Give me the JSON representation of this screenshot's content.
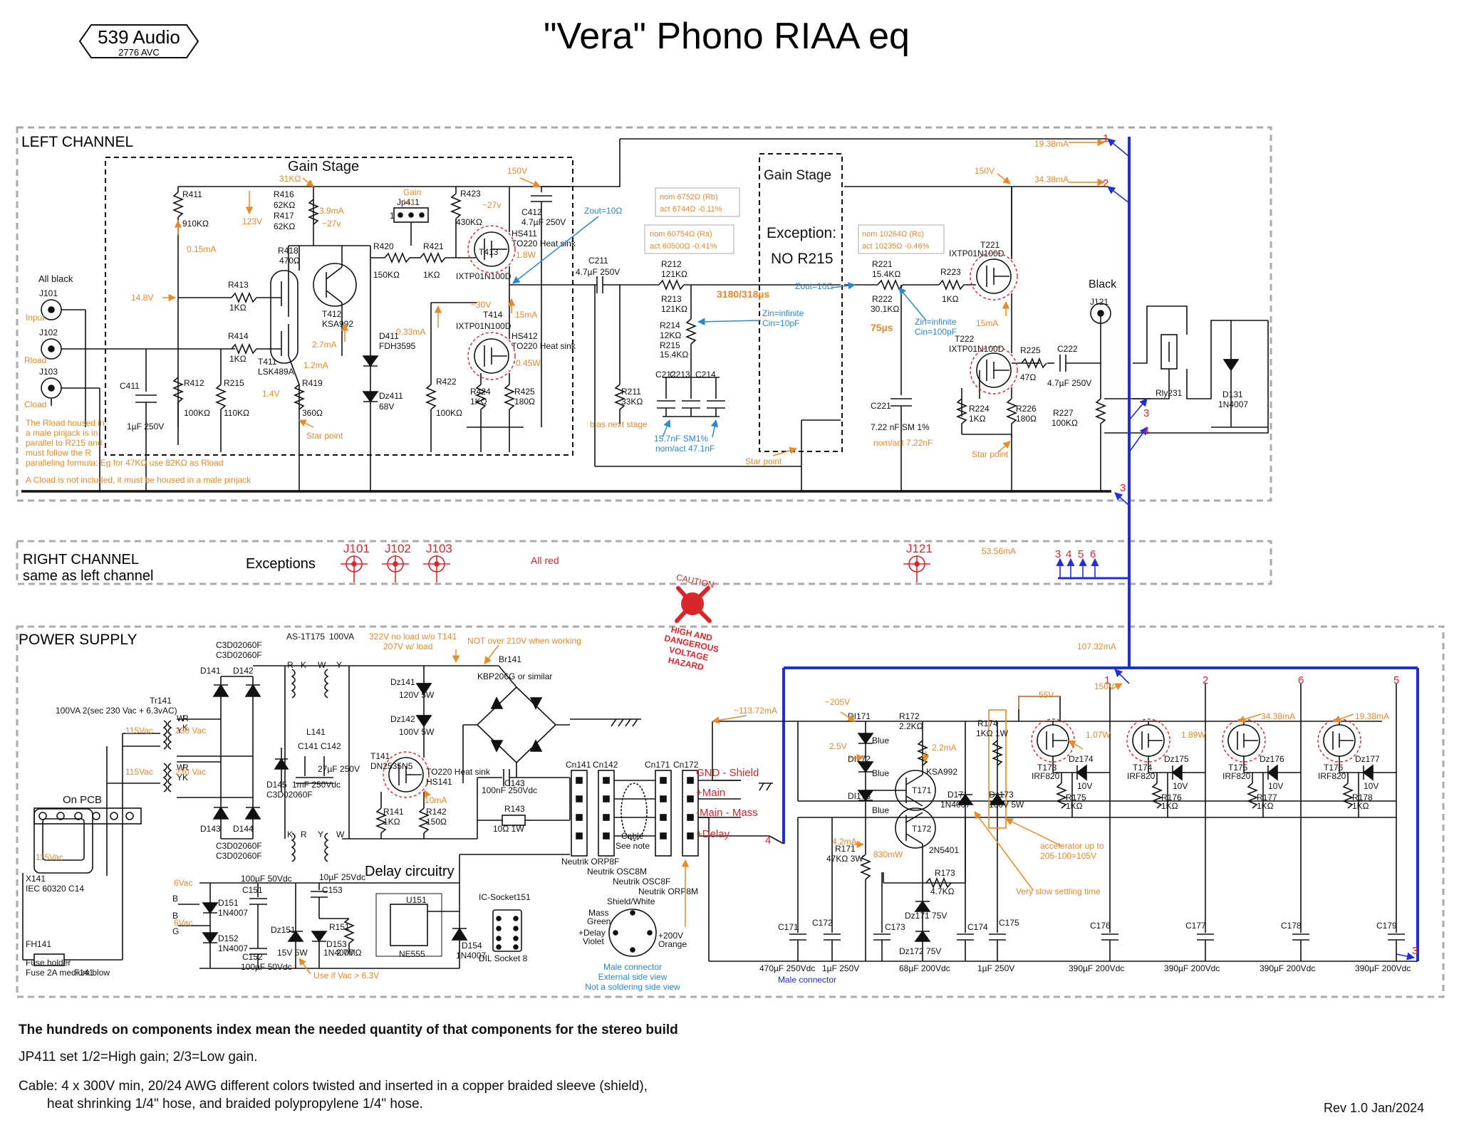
{
  "title": "\"Vera\" Phono RIAA eq",
  "logo": {
    "brand": "539 Audio",
    "model": "2776 AVC"
  },
  "colors": {
    "wire": "#111111",
    "blue": "#1f2fd6",
    "orange": "#e8892a",
    "red": "#d9262b",
    "note_blue": "#2a86d1",
    "box": "#aaaaaa"
  },
  "sections": {
    "left": {
      "title": "LEFT CHANNEL"
    },
    "right": {
      "title": "RIGHT CHANNEL",
      "subtitle": "same as left channel",
      "exceptions": "Exceptions",
      "all_red": "All red",
      "current": "53.56mA",
      "jacks": [
        "J101",
        "J102",
        "J103",
        "J121"
      ],
      "nodes": [
        "3",
        "4",
        "5",
        "6"
      ]
    },
    "psu": {
      "title": "POWER SUPPLY"
    }
  },
  "labels": {
    "gain1": "Gain Stage",
    "gain2": "Gain Stage",
    "exception": "Exception:",
    "no_r215": "NO R215",
    "caution": "CAUTION",
    "hazard": [
      "HIGH AND",
      "DANGEROUS",
      "VOLTAGE",
      "HAZARD"
    ],
    "delay": "Delay circuitry",
    "all_black": "All black",
    "black": "Black",
    "input": "Input",
    "rload": "Rload",
    "cload": "Cload",
    "rload_note": [
      "The Rload housed in",
      "a male pinjack is in",
      "parallel to R215 and",
      "must follow the R",
      "paralleling formula: Eg for 47KΩ use 82KΩ as Rload"
    ],
    "cload_note": "A Cload is not included, it must be housed in a male pinjack",
    "star_point": "Star point",
    "bias_next": "bias next stage",
    "zout1": "Zout=10Ω",
    "zout2": "Zout=10Ω",
    "zin1": [
      "Zin=infinite",
      "Cin=10pF"
    ],
    "zin2": [
      "Zin=infinite",
      "Cin=100pF"
    ],
    "nom_rb": [
      "nom 6752Ω (Rb)",
      "act 6744Ω -0.11%"
    ],
    "nom_ra": [
      "nom 60754Ω (Ra)",
      "act 60500Ω -0.41%"
    ],
    "nom_rc": [
      "nom 10264Ω (Rc)",
      "act 10235Ω -0.46%"
    ],
    "tc1": "3180/318µs",
    "tc2": "75µs",
    "c212_note": [
      "15.7nF SM1%",
      "nom/act 47.1nF"
    ],
    "c221_note": [
      "7.22 nF SM 1%",
      "nom/act 7.22nF"
    ],
    "on_pcb": "On PCB",
    "fuse": [
      "Fuse holder",
      "Fuse 2A medium blow"
    ],
    "ps_notes": {
      "v322": [
        "322V no load w/o T141",
        "207V w/ load"
      ],
      "not210": "NOT over 210V when working",
      "accel": [
        "accelerator up to",
        "205-100=105V"
      ],
      "slow": "Very slow settling time",
      "use_if": "Use if Vac > 6.3V",
      "cable": [
        "Cable",
        "See note"
      ],
      "male": [
        "Male connector",
        "External side view",
        "Not a soldering side view"
      ],
      "shield": "Shield/White",
      "mass": [
        "Mass",
        "Green"
      ],
      "delay_pin": [
        "+Delay",
        "Violet"
      ],
      "v200": [
        "+200V",
        "Orange"
      ],
      "kbp": "KBP206G or similar",
      "br141": "Br141",
      "conn": [
        "Neutrik ORP8F",
        "Neutrik OSC8M",
        "Neutrik OSC8F",
        "Neutrik ORP8M"
      ],
      "cn": [
        "Cn141",
        "Cn142",
        "Cn171",
        "Cn172"
      ],
      "rails": [
        "GND - Shield",
        "+Main",
        "-Main - Mass",
        "+Delay"
      ],
      "tx": [
        "100VA 2(sec 230 Vac + 6.3vAC)",
        "Tr141",
        "115Vac",
        "115Vac",
        "230 Vac",
        "230 Vac"
      ],
      "as1t": [
        "AS-1T175",
        "100VA"
      ],
      "iec": [
        "X141",
        "IEC 60320 C14"
      ],
      "fh": [
        "FH141",
        "F141"
      ]
    }
  },
  "currents": {
    "i1": "19.38mA",
    "i2": "34.38mA",
    "i3": "107.32mA",
    "i4": "~113.72mA",
    "i5": "34.38mA",
    "i6": "19.38mA"
  },
  "footer": {
    "bold": "The hundreds on components index mean the needed quantity of that components for the stereo build",
    "jp": "JP411 set 1/2=High gain; 2/3=Low gain.",
    "cable1": "Cable: 4 x 300V min, 20/24 AWG different colors twisted and inserted in a copper braided sleeve (shield),",
    "cable2": "heat shrinking 1/4\" hose, and braided polypropylene 1/4\" hose.",
    "rev": "Rev 1.0 Jan/2024"
  }
}
